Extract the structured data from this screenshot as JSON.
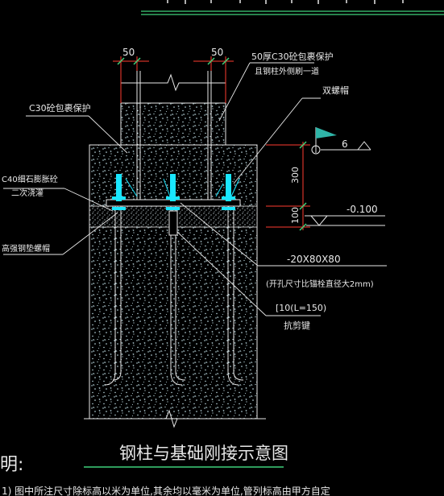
{
  "drawing": {
    "title": "钢柱与基础刚接示意图",
    "notes_heading": "明:",
    "notes_line1": "1) 图中所注尺寸除标高以米为单位,其余均以毫米为单位,管列标高由甲方自定"
  },
  "dimensions": {
    "left_top_width": "50",
    "right_top_width": "50",
    "height_upper": "300",
    "height_lower": "100",
    "flag_value": "6"
  },
  "annotations": {
    "concrete_encasement": "50厚C30砼包裹保护",
    "encasement_note": "且钢柱外侧刷一道",
    "c30_protection": "C30砼包裹保护",
    "double_nut": "双螺帽",
    "grout_line1": "C40细石膨胀砼",
    "grout_line2": "二次浇灌",
    "high_strength_nut": "高强钢垫螺帽",
    "elevation": "-0.100",
    "plate_size": "-20X80X80",
    "plate_note": "(开孔尺寸比锚栓直径大2mm)",
    "shear_key_spec": "[10(L=150)",
    "shear_key_label": "抗剪键"
  },
  "colors": {
    "background": "#000000",
    "line_white": "#e8e8e8",
    "bolt_cyan": "#19e6ff",
    "dimension_red": "#ff3b2f",
    "dimension_green": "#3fd07a",
    "teal_flag": "#2fb5a8"
  }
}
